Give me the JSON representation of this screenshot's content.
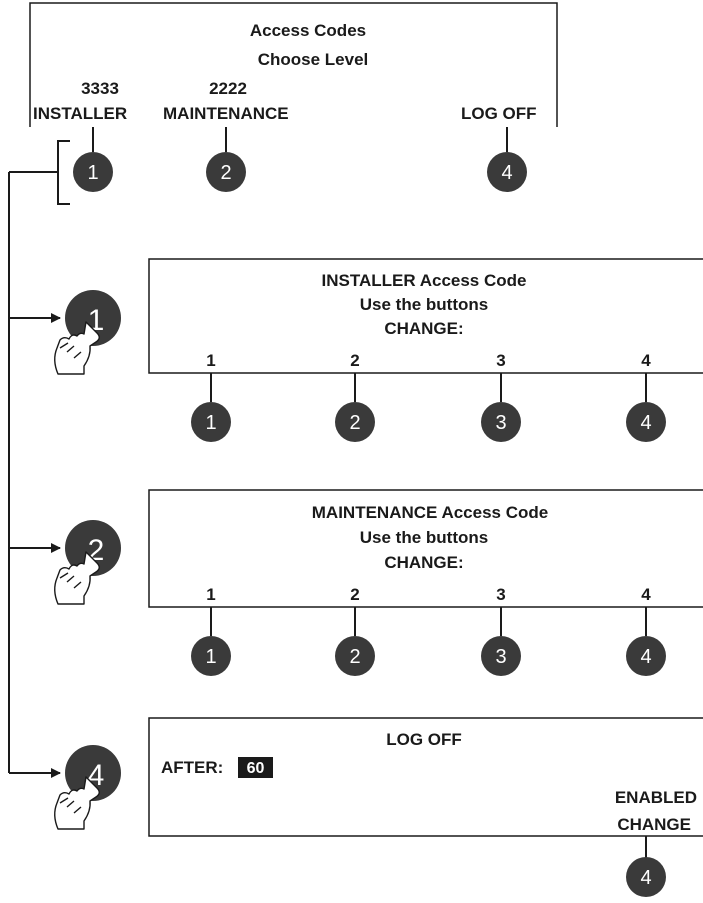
{
  "top_panel": {
    "title": "Access Codes",
    "subtitle": "Choose Level",
    "installer_code": "3333",
    "maintenance_code": "2222",
    "installer_label": "INSTALLER",
    "maintenance_label": "MAINTENANCE",
    "logoff_label": "LOG OFF",
    "buttons": [
      "1",
      "2",
      "4"
    ]
  },
  "installer_panel": {
    "title": "INSTALLER Access Code",
    "line2": "Use the buttons",
    "line3": "CHANGE:",
    "digits": [
      "1",
      "2",
      "3",
      "4"
    ],
    "buttons": [
      "1",
      "2",
      "3",
      "4"
    ]
  },
  "maintenance_panel": {
    "title": "MAINTENANCE Access Code",
    "line2": "Use the buttons",
    "line3": "CHANGE:",
    "digits": [
      "1",
      "2",
      "3",
      "4"
    ],
    "buttons": [
      "1",
      "2",
      "3",
      "4"
    ]
  },
  "logoff_panel": {
    "title": "LOG OFF",
    "after_label": "AFTER:",
    "after_value": "60",
    "enabled_label": "ENABLED",
    "change_label": "CHANGE",
    "button": "4"
  },
  "press_steps": [
    "1",
    "2",
    "4"
  ],
  "colors": {
    "button_fill": "#3a3a3a",
    "line": "#1a1a1a",
    "text": "#1a1a1a"
  }
}
